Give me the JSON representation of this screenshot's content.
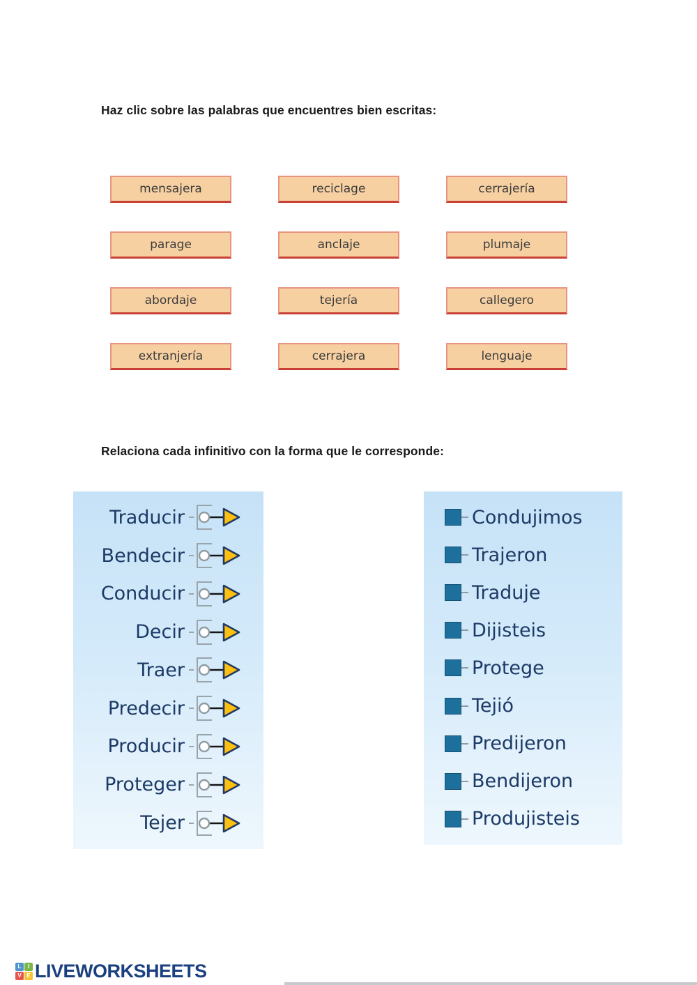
{
  "section1": {
    "heading": "Haz clic sobre las palabras que encuentres bien escritas:",
    "words": [
      "mensajera",
      "reciclage",
      "cerrajería",
      "parage",
      "anclaje",
      "plumaje",
      "abordaje",
      "tejería",
      "callegero",
      "extranjería",
      "cerrajera",
      "lenguaje"
    ]
  },
  "section2": {
    "heading": "Relaciona cada infinitivo con la forma que le corresponde:",
    "infinitives": [
      "Traducir",
      "Bendecir",
      "Conducir",
      "Decir",
      "Traer",
      "Predecir",
      "Producir",
      "Proteger",
      "Tejer"
    ],
    "forms": [
      "Condujimos",
      "Trajeron",
      "Traduje",
      "Dijisteis",
      "Protege",
      "Tejió",
      "Predijeron",
      "Bendijeron",
      "Produjisteis"
    ]
  },
  "footer": {
    "logo_text": "LIVEWORKSHEETS",
    "logo_tiles": [
      {
        "letter": "L",
        "color": "#4f94cd"
      },
      {
        "letter": "I",
        "color": "#7ab648"
      },
      {
        "letter": "V",
        "color": "#e8554d"
      },
      {
        "letter": "E",
        "color": "#f4c430"
      }
    ]
  },
  "colors": {
    "button_fill": "#f7d0a2",
    "button_border": "#e89480",
    "button_border_bottom": "#c94136",
    "panel_top": "#c6e2f7",
    "panel_bottom": "#eef7fd",
    "word_navy": "#1c3a66",
    "square_teal": "#1d6f9c",
    "arrow_yellow": "#fdc010",
    "arrow_outline": "#203a64",
    "logo_navy": "#1b4080"
  }
}
